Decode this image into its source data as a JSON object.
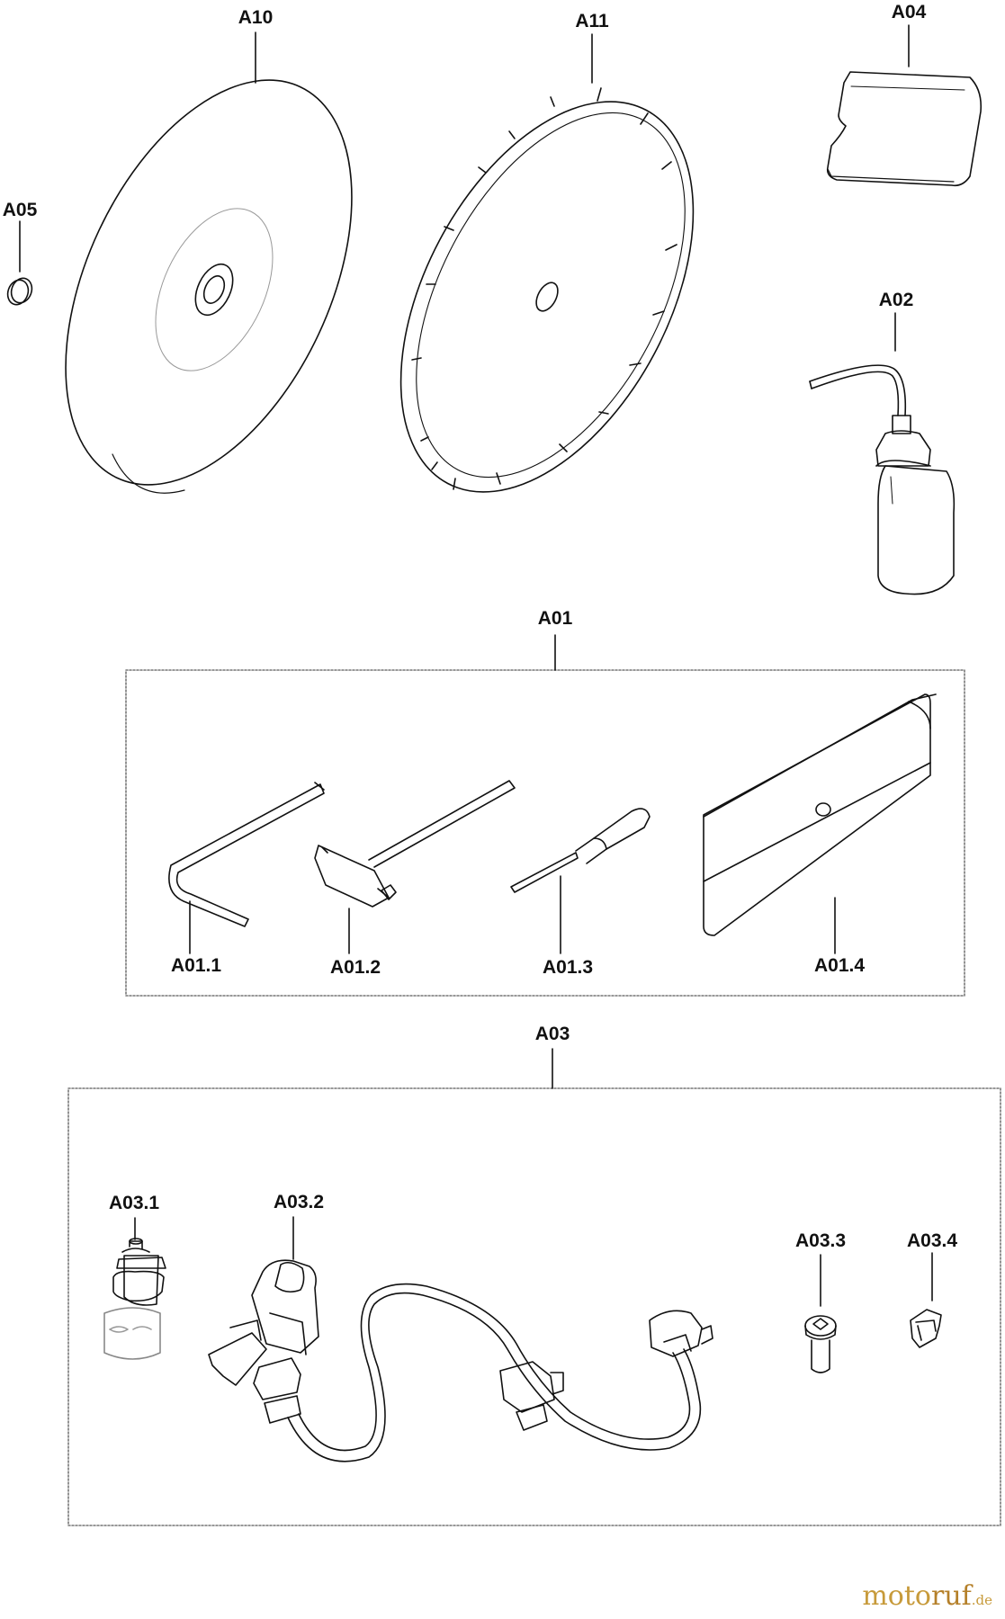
{
  "labels": {
    "a10": "A10",
    "a11": "A11",
    "a04": "A04",
    "a05": "A05",
    "a02": "A02",
    "a01": "A01",
    "a01_1": "A01.1",
    "a01_2": "A01.2",
    "a01_3": "A01.3",
    "a01_4": "A01.4",
    "a03": "A03",
    "a03_1": "A03.1",
    "a03_2": "A03.2",
    "a03_3": "A03.3",
    "a03_4": "A03.4"
  },
  "watermark": {
    "brand_main": "moto",
    "brand_accent": "ruf",
    "tld": ".de"
  }
}
